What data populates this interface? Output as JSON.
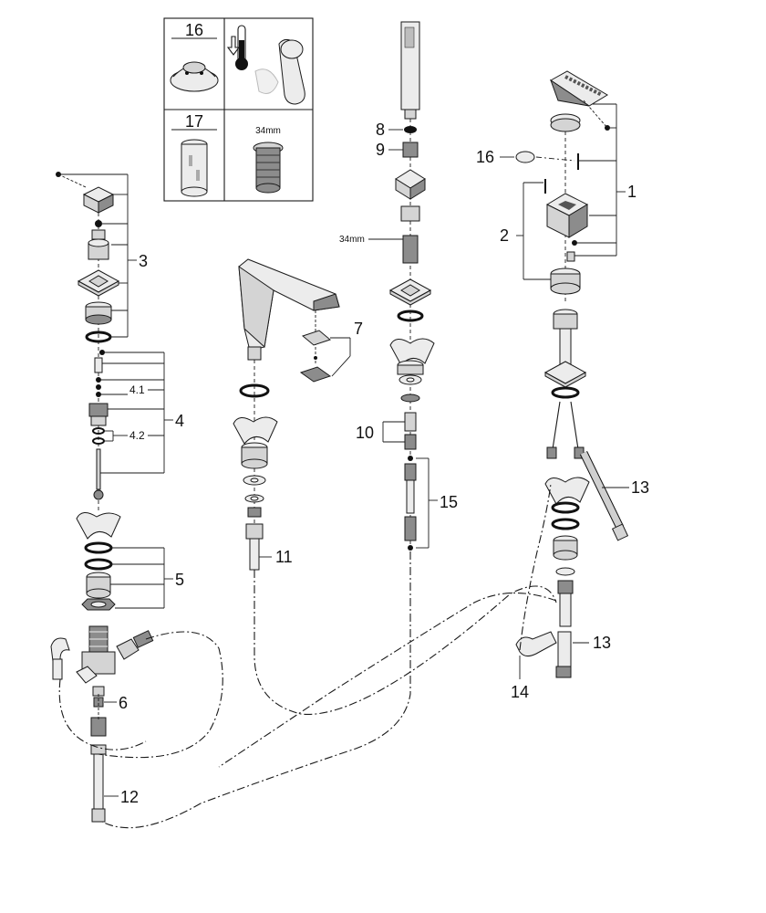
{
  "callouts": {
    "c1": "1",
    "c2": "2",
    "c3": "3",
    "c4": "4",
    "c4_1": "4.1",
    "c4_2": "4.2",
    "c5": "5",
    "c6": "6",
    "c7": "7",
    "c8": "8",
    "c9": "9",
    "c10": "10",
    "c11": "11",
    "c12": "12",
    "c13a": "13",
    "c13b": "13",
    "c14": "14",
    "c15": "15",
    "c16": "16"
  },
  "inset": {
    "label_16": "16",
    "label_17": "17",
    "dimension": "34mm"
  },
  "dimension_label": "34mm",
  "icons": [
    "thermometer-icon",
    "arrow-down-icon",
    "lever-handle-icon"
  ]
}
